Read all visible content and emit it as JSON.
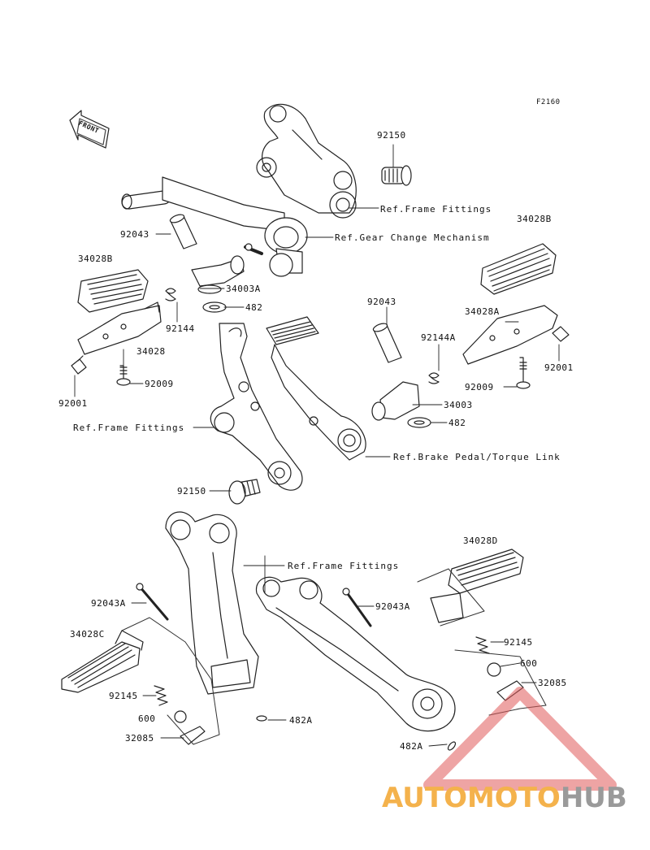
{
  "figure_code": "F2160",
  "front_badge": "FRONT",
  "parts": {
    "p92150_top": "92150",
    "p92043_left": "92043",
    "p34028b_left": "34028B",
    "p34003a": "34003A",
    "p482_top": "482",
    "p92144": "92144",
    "p34028_left": "34028",
    "p92001_left": "92001",
    "p92009_left": "92009",
    "p34028b_right": "34028B",
    "p92043_right": "92043",
    "p34028a": "34028A",
    "p92144a": "92144A",
    "p92001_right": "92001",
    "p92009_right": "92009",
    "p34003": "34003",
    "p482_right": "482",
    "p92150_mid": "92150",
    "p92043a_left": "92043A",
    "p34028c": "34028C",
    "p92145_left": "92145",
    "p600_left": "600",
    "p32085_left": "32085",
    "p482a_left": "482A",
    "p34028d": "34028D",
    "p92043a_right": "92043A",
    "p92145_right": "92145",
    "p600_right": "600",
    "p32085_right": "32085",
    "p482a_right": "482A"
  },
  "refs": {
    "frame_top": "Ref.Frame Fittings",
    "gear": "Ref.Gear Change Mechanism",
    "frame_mid": "Ref.Frame Fittings",
    "brake": "Ref.Brake Pedal/Torque Link",
    "frame_bottom": "Ref.Frame Fittings"
  },
  "watermark": {
    "part1": "AUTOMOTO",
    "part2": "HUB",
    "color1": "#f4b24c",
    "color2": "#9a9a9a",
    "triangle_color": "#e05a5a"
  }
}
